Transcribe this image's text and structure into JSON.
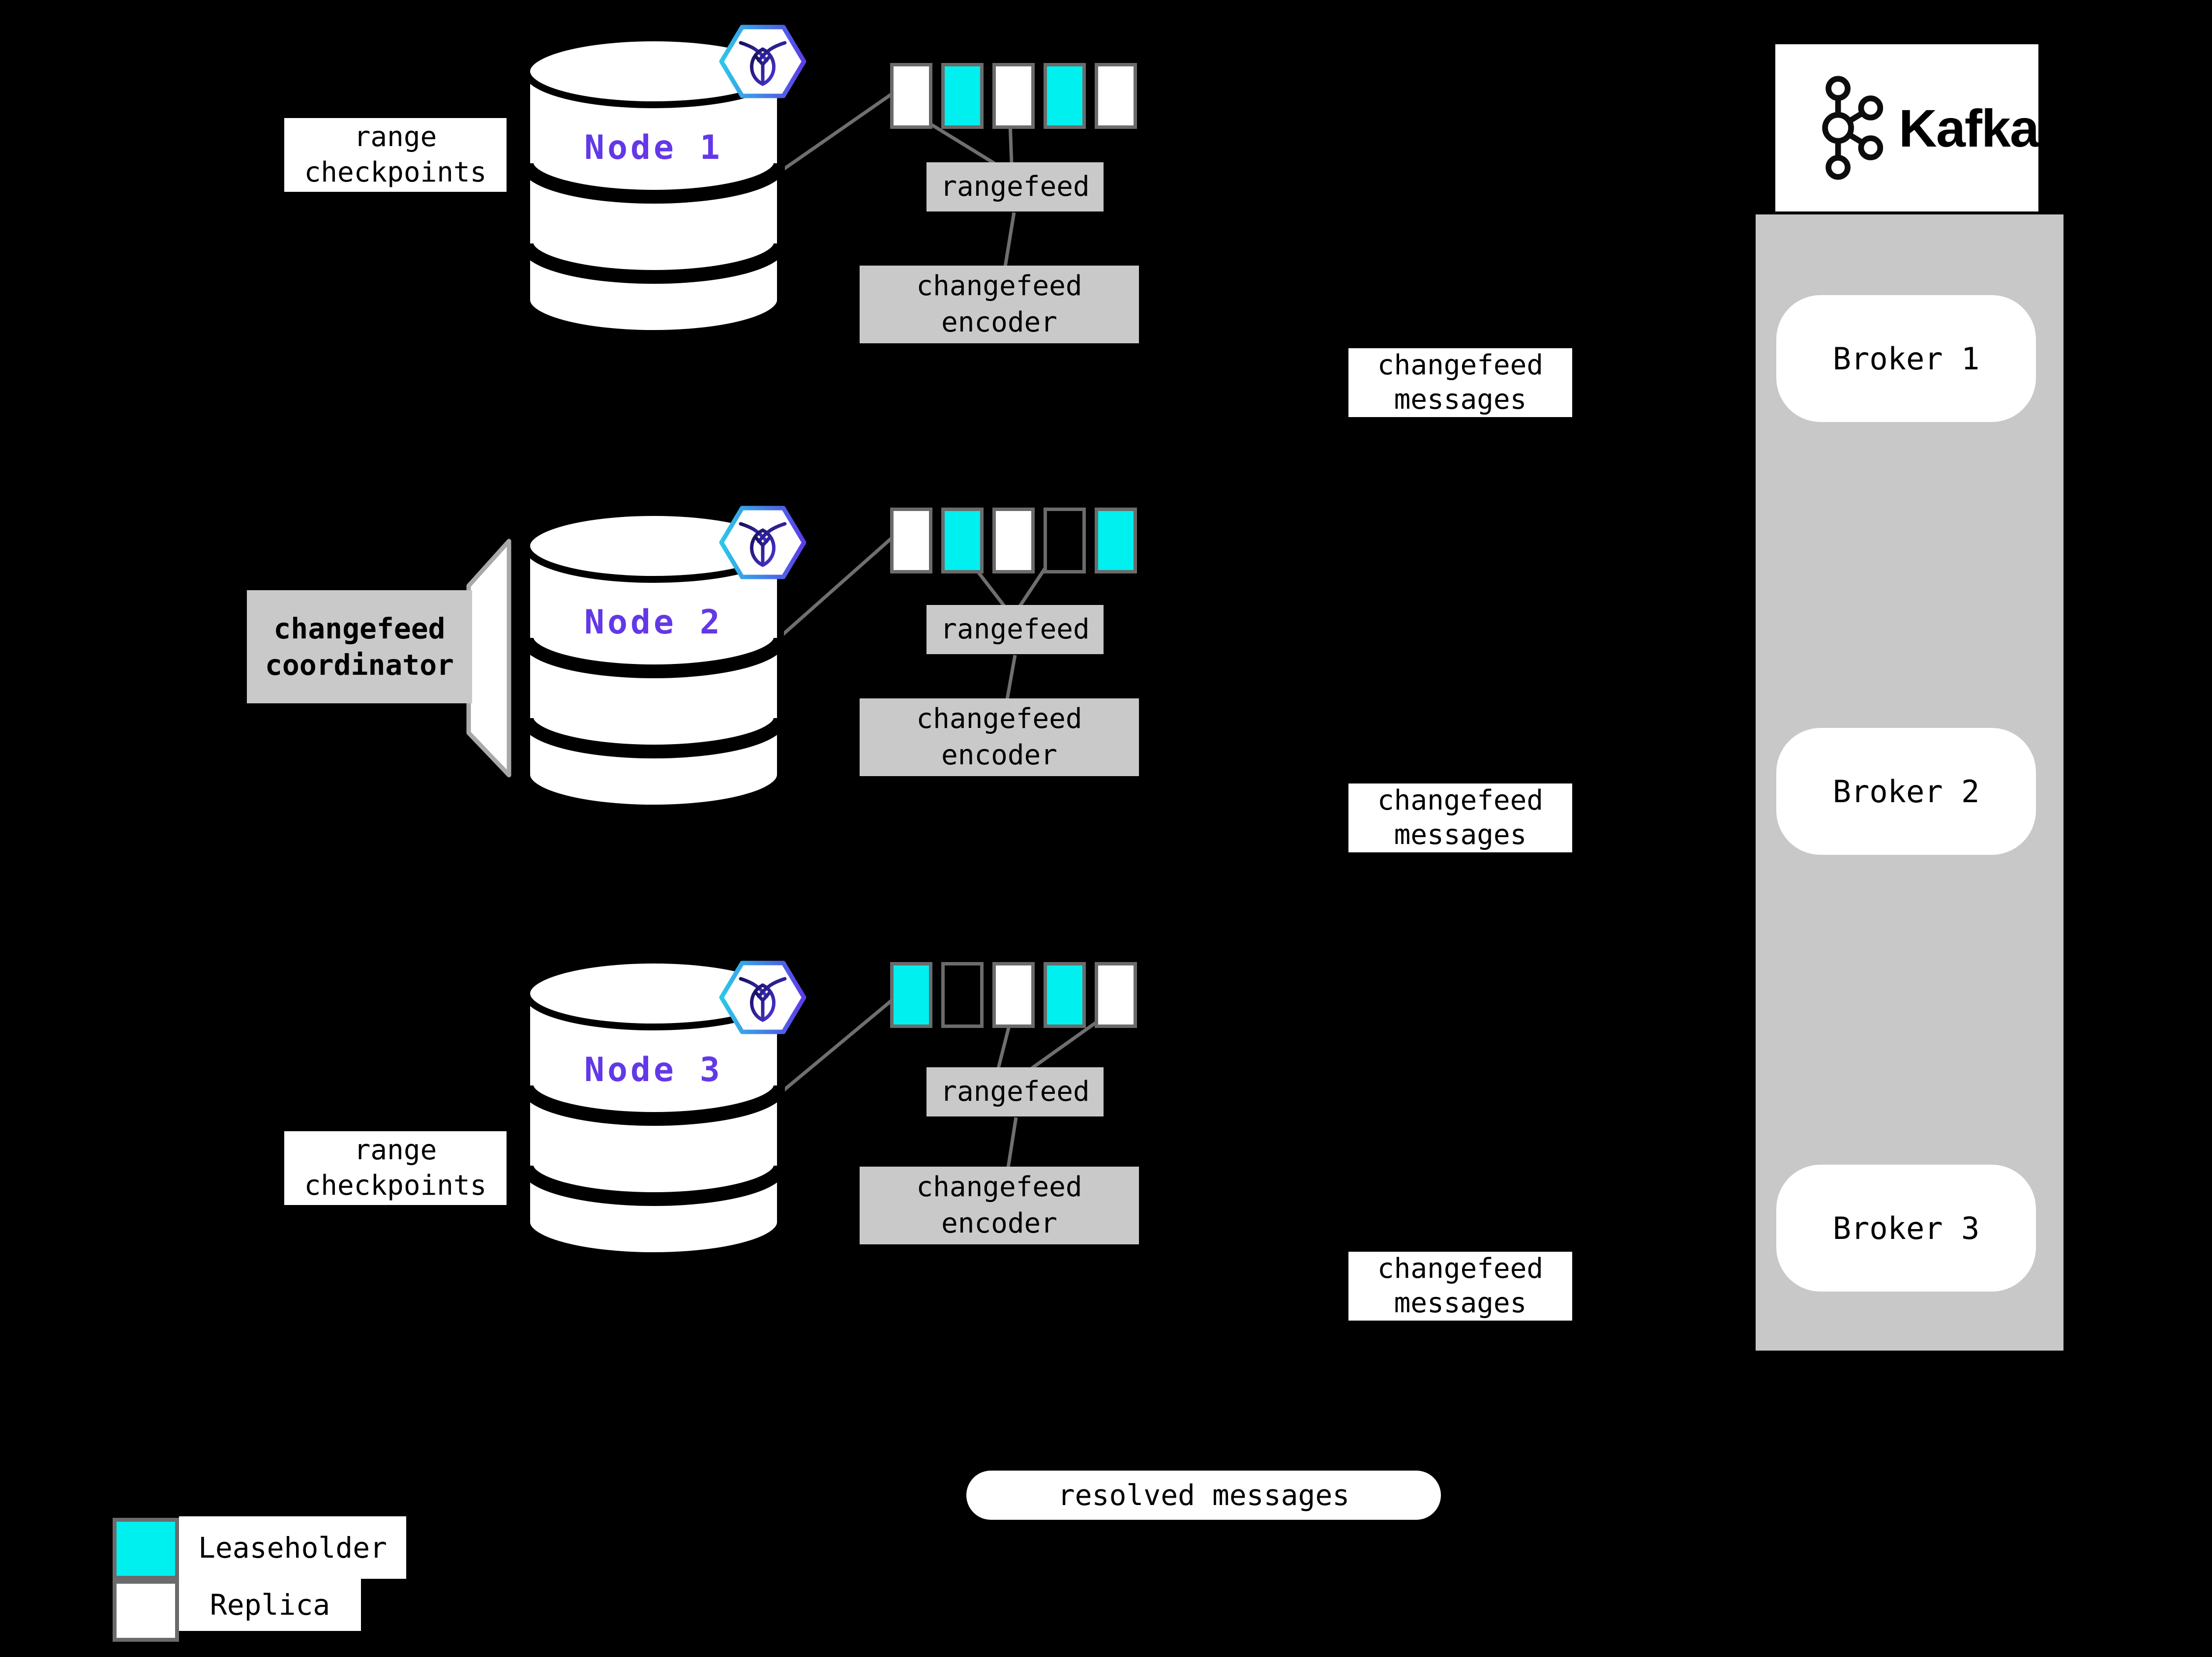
{
  "colors": {
    "background": "#000000",
    "leaseholder_teal": "#00efef",
    "replica_white": "#ffffff",
    "box_grey": "#c9c9c9",
    "column_grey": "#c8c8c8",
    "outline_grey": "#6b6b6b",
    "line_grey": "#6f6f6f",
    "node_purple": "#6338e8",
    "hex_cyan": "#2bc7e8",
    "hex_purple": "#5b3de8"
  },
  "nodes": [
    {
      "name": "Node 1",
      "side_label_lines": [
        "range",
        "checkpoints"
      ],
      "rangefeed": "rangefeed",
      "encoder_lines": [
        "changefeed",
        "encoder"
      ],
      "messages_lines": [
        "changefeed",
        "messages"
      ],
      "ranges": [
        "replica",
        "leaseholder",
        "replica",
        "leaseholder",
        "replica"
      ]
    },
    {
      "name": "Node 2",
      "side_label_lines": [
        "changefeed",
        "coordinator"
      ],
      "rangefeed": "rangefeed",
      "encoder_lines": [
        "changefeed",
        "encoder"
      ],
      "messages_lines": [
        "changefeed",
        "messages"
      ],
      "ranges": [
        "replica",
        "leaseholder",
        "replica",
        "empty",
        "leaseholder"
      ]
    },
    {
      "name": "Node 3",
      "side_label_lines": [
        "range",
        "checkpoints"
      ],
      "rangefeed": "rangefeed",
      "encoder_lines": [
        "changefeed",
        "encoder"
      ],
      "messages_lines": [
        "changefeed",
        "messages"
      ],
      "ranges": [
        "leaseholder",
        "empty",
        "replica",
        "leaseholder",
        "replica"
      ]
    }
  ],
  "kafka": {
    "wordmark": "Kafka",
    "brokers": [
      "Broker 1",
      "Broker 2",
      "Broker 3"
    ]
  },
  "resolved_messages": "resolved messages",
  "legend": [
    {
      "swatch": "leaseholder",
      "label": "Leaseholder"
    },
    {
      "swatch": "replica",
      "label": "Replica"
    }
  ]
}
